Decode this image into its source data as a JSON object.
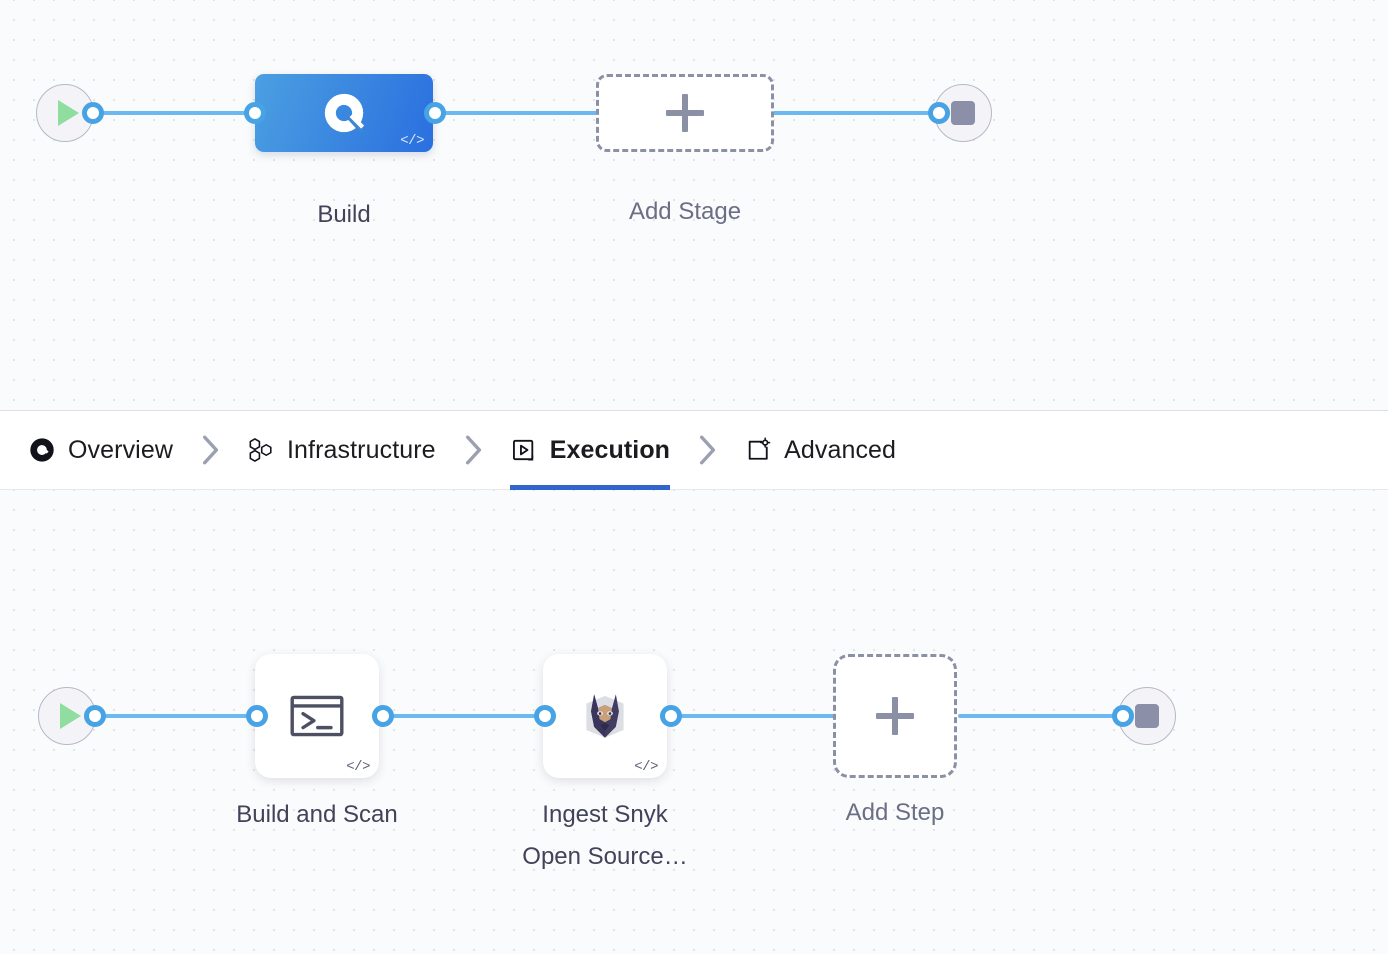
{
  "tabs": [
    {
      "id": "overview",
      "label": "Overview",
      "icon": "harness-build-icon",
      "active": false
    },
    {
      "id": "infrastructure",
      "label": "Infrastructure",
      "icon": "hexagons-icon",
      "active": false
    },
    {
      "id": "execution",
      "label": "Execution",
      "icon": "play-in-box-icon",
      "active": true
    },
    {
      "id": "advanced",
      "label": "Advanced",
      "icon": "box-gear-icon",
      "active": false
    }
  ],
  "tab_separator_icon": "chevron-right-icon",
  "active_tab_accent": "#2f65cc",
  "stage_graph": {
    "start_icon": "play-icon",
    "end_icon": "stop-icon",
    "nodes": [
      {
        "id": "build",
        "label": "Build",
        "type": "stage",
        "icon": "harness-build-icon",
        "badge": "</>",
        "selected": true
      },
      {
        "id": "add-stage",
        "label": "Add Stage",
        "type": "add-stage",
        "icon": "plus-icon"
      }
    ]
  },
  "step_graph": {
    "start_icon": "play-icon",
    "end_icon": "stop-icon",
    "nodes": [
      {
        "id": "build-and-scan",
        "label": "Build and Scan",
        "type": "step",
        "icon": "terminal-icon",
        "badge": "</>"
      },
      {
        "id": "ingest-snyk",
        "label": "Ingest Snyk\nOpen Source…",
        "type": "step",
        "icon": "snyk-doberman-icon",
        "badge": "</>"
      },
      {
        "id": "add-step",
        "label": "Add Step",
        "type": "add-step",
        "icon": "plus-icon"
      }
    ]
  },
  "colors": {
    "canvas_bg": "#fafbfc",
    "grid_dot": "#e2e4ea",
    "connector": "#6bb9f0",
    "port_ring": "#47a3e3",
    "stage_selected_from": "#4b9fe1",
    "stage_selected_to": "#2a6fe0",
    "play_green": "#90dda0",
    "stop_gray": "#8b8fa8",
    "dashed_border": "#8b90a5",
    "label_text": "#41435a"
  }
}
